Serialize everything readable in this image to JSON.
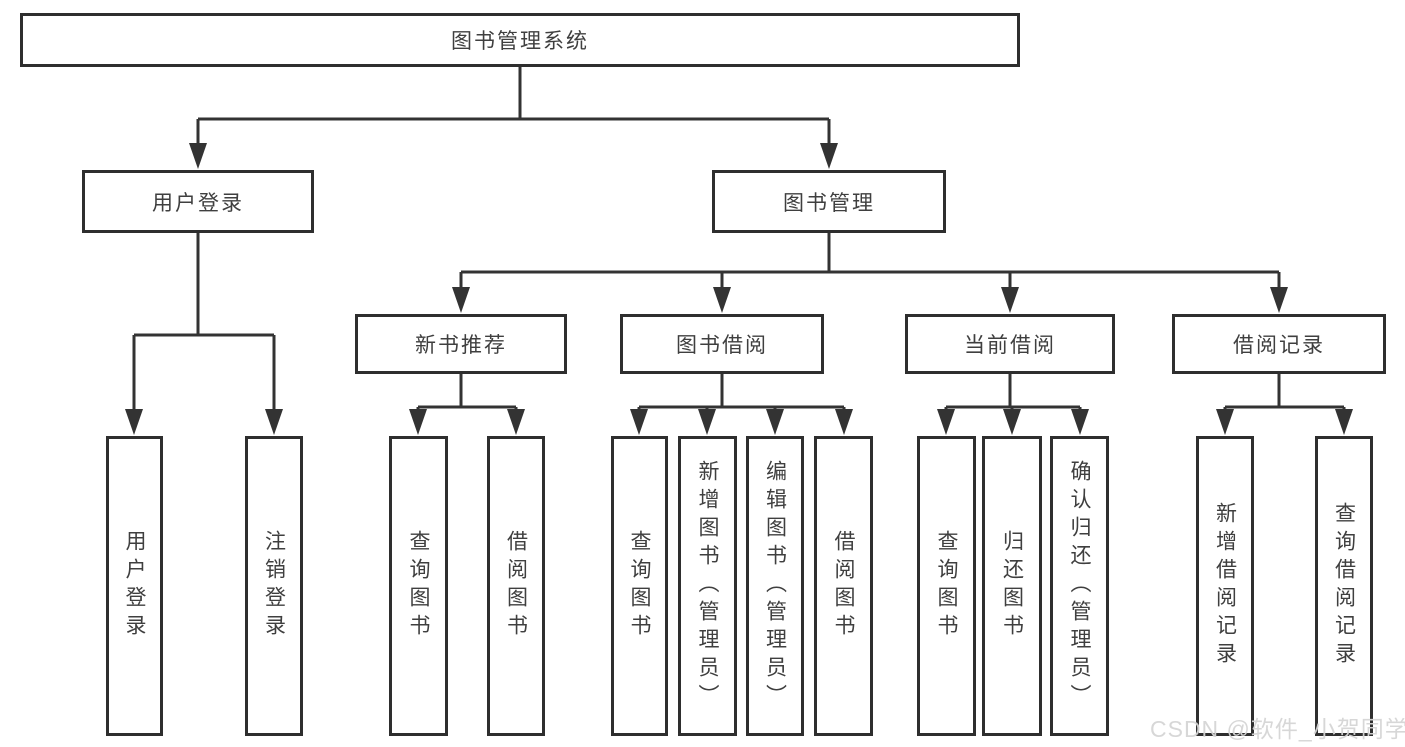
{
  "diagram": {
    "root": {
      "label": "图书管理系统"
    },
    "level2": [
      {
        "label": "用户登录"
      },
      {
        "label": "图书管理"
      }
    ],
    "level3": [
      {
        "label": "新书推荐"
      },
      {
        "label": "图书借阅"
      },
      {
        "label": "当前借阅"
      },
      {
        "label": "借阅记录"
      }
    ],
    "leaves": [
      {
        "label": "用户登录"
      },
      {
        "label": "注销登录"
      },
      {
        "label": "查询图书"
      },
      {
        "label": "借阅图书"
      },
      {
        "label": "查询图书"
      },
      {
        "label": "新增图书（管理员）"
      },
      {
        "label": "编辑图书（管理员）"
      },
      {
        "label": "借阅图书"
      },
      {
        "label": "查询图书"
      },
      {
        "label": "归还图书"
      },
      {
        "label": "确认归还（管理员）"
      },
      {
        "label": "新增借阅记录"
      },
      {
        "label": "查询借阅记录"
      }
    ]
  },
  "watermark": {
    "text": "CSDN @软件_小贺同学"
  },
  "colors": {
    "line": "#333333",
    "box_border": "#2e2e2e",
    "text": "#3f3f3f",
    "watermark": "#d5d5d5"
  }
}
